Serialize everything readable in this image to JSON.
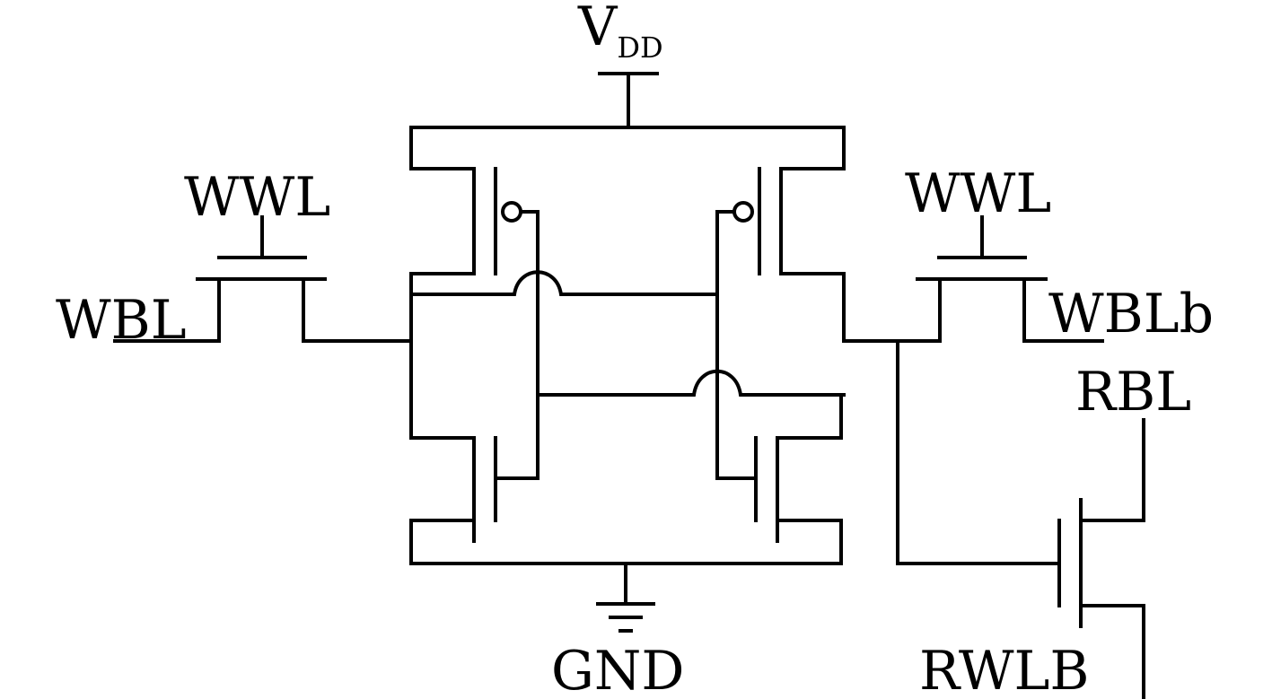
{
  "diagram": {
    "labels": {
      "vdd_main": "V",
      "vdd_sub": "DD",
      "gnd": "GND",
      "wwl_left": "WWL",
      "wwl_right": "WWL",
      "wbl": "WBL",
      "wblb": "WBLb",
      "rbl": "RBL",
      "rwlb": "RWLB"
    }
  }
}
